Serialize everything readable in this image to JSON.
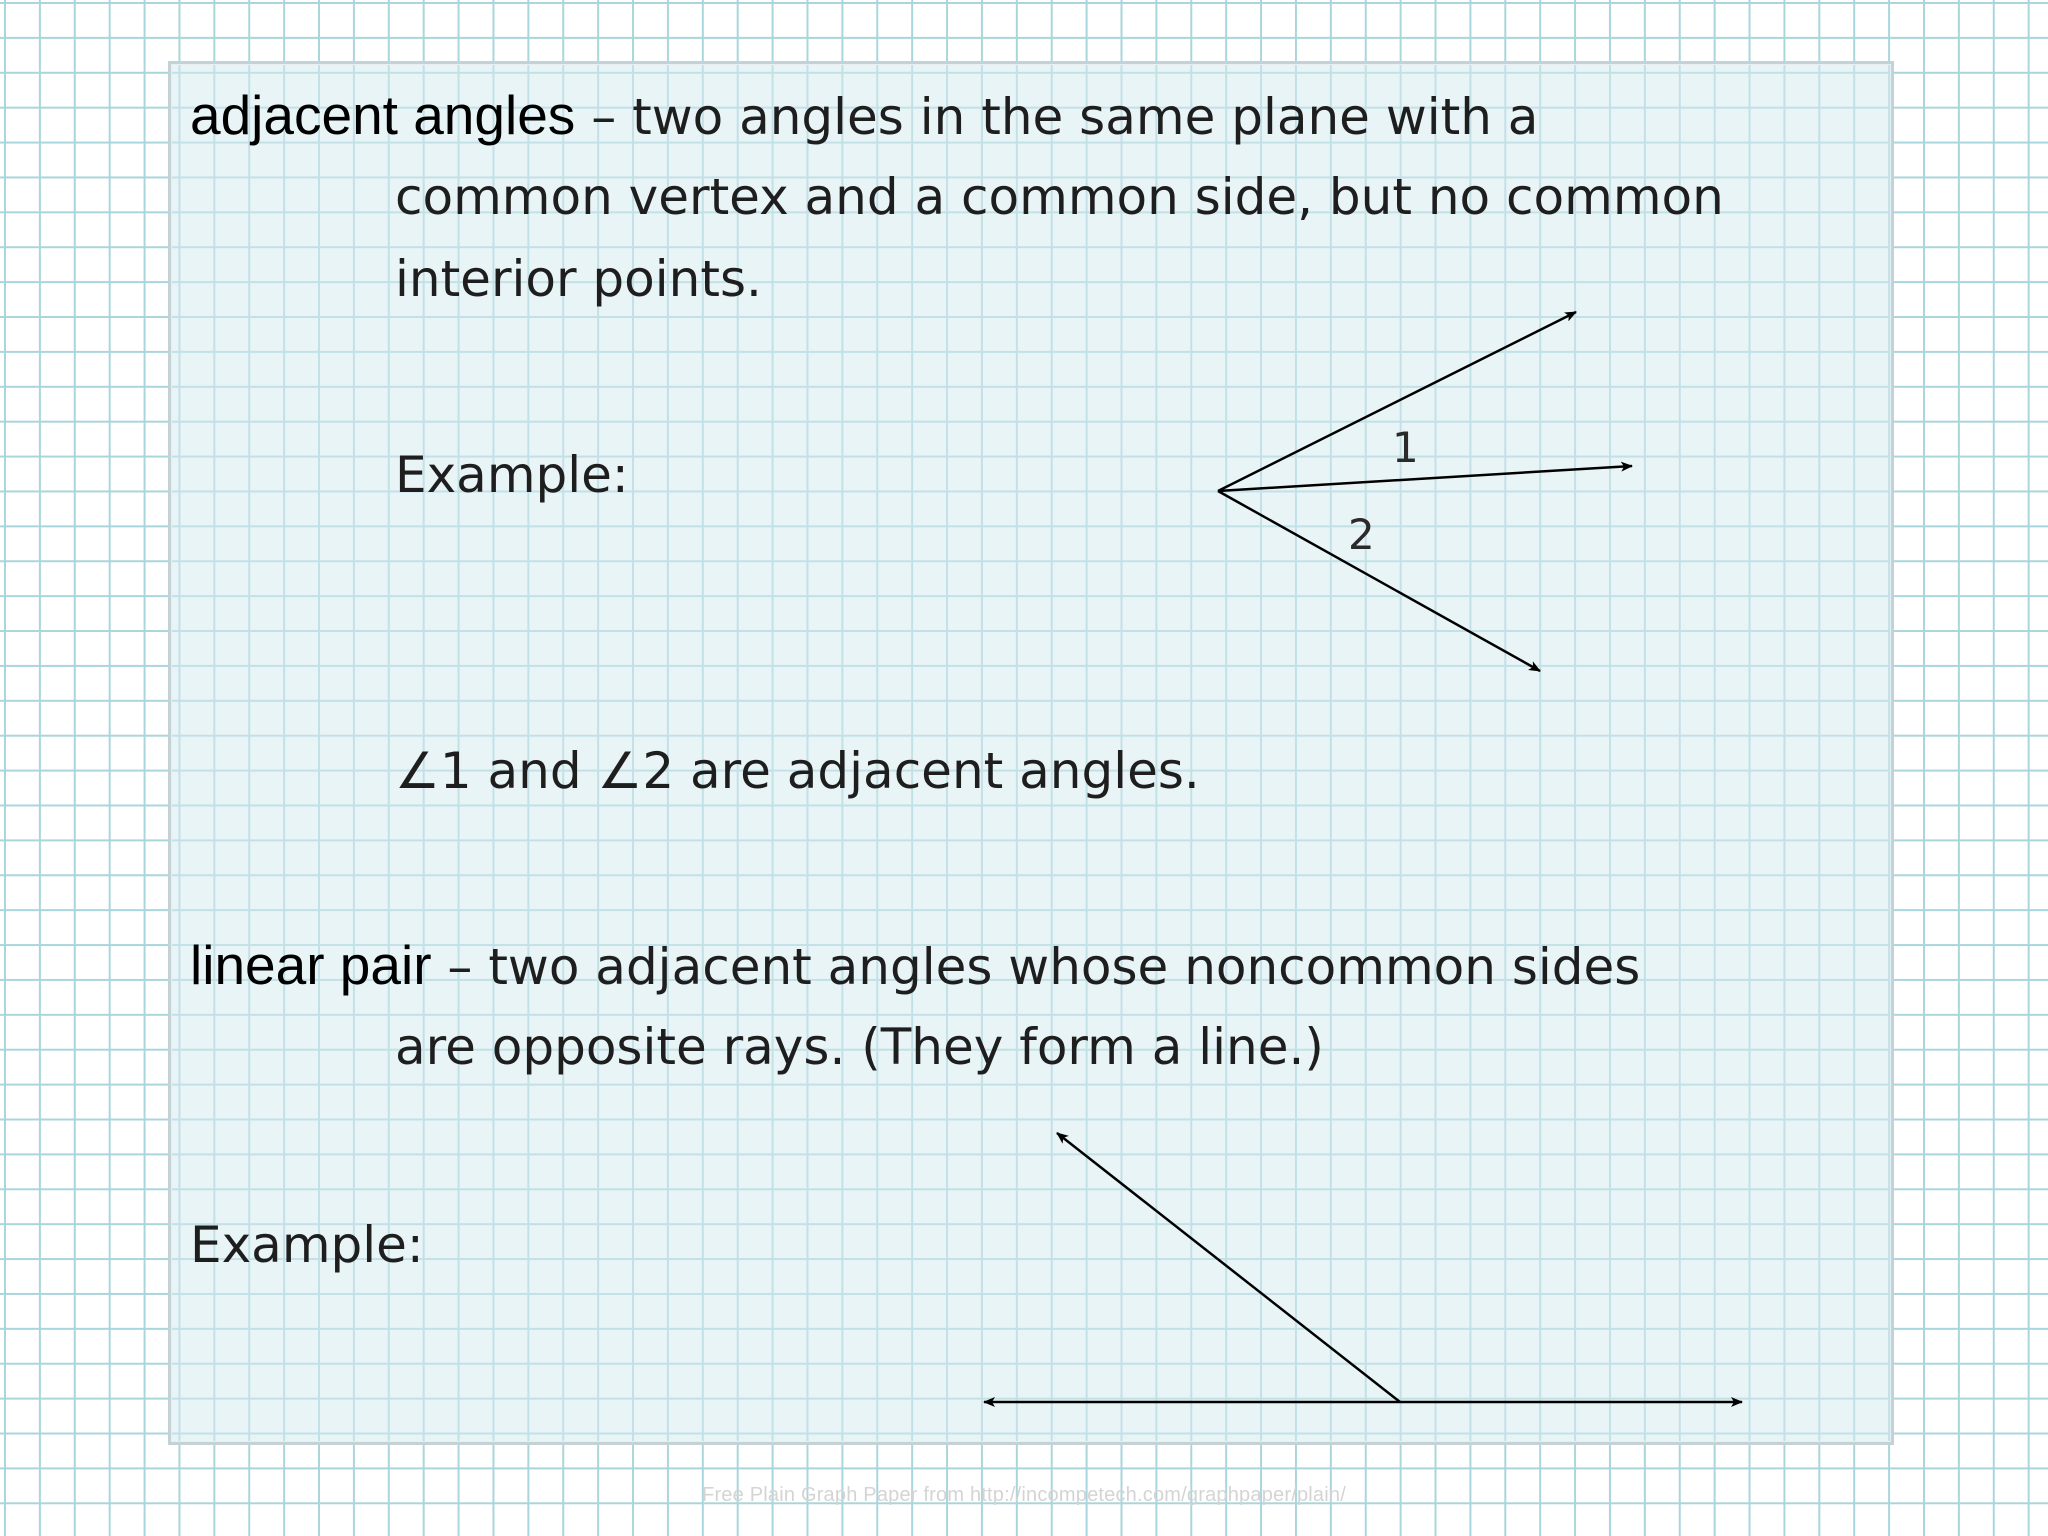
{
  "adjacent": {
    "term": "adjacent  angles",
    "def_line1": "– two angles in the same plane with a",
    "def_line2": "common vertex and a common side, but no common",
    "def_line3": "interior points.",
    "example_label": "Example:",
    "label_1": "1",
    "label_2": "2",
    "angle_symbol": "∠",
    "statement_num1": "1 and ",
    "statement_num2": "2 are adjacent angles."
  },
  "linear_pair": {
    "term": "linear pair",
    "def_line1": "– two adjacent angles whose noncommon sides",
    "def_line2": "are opposite rays.  (They form a line.)",
    "example_label": "Example:"
  },
  "footer": {
    "text": "Free Plain Graph Paper from http://incompetech.com/graphpaper/plain/"
  },
  "colors": {
    "grid": "#a9d6dc",
    "panel": "#d7ebf0",
    "text": "#1e1e1e"
  }
}
